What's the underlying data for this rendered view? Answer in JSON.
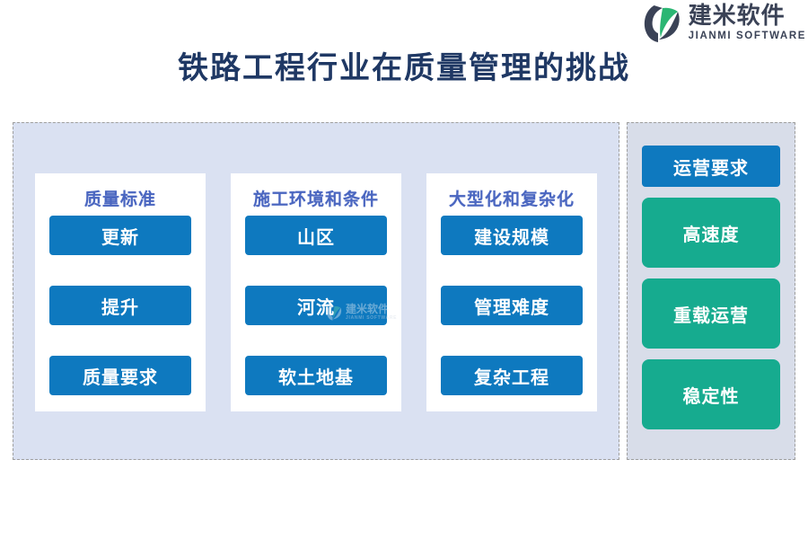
{
  "brand": {
    "logo_icon": "jianmi-leaf-logo-icon",
    "name_cn": "建米软件",
    "name_en": "JIANMI SOFTWARE",
    "color_dark": "#3a4256",
    "color_green": "#2bb673"
  },
  "title": "铁路工程行业在质量管理的挑战",
  "colors": {
    "title": "#1f3864",
    "panel_left_bg": "#dae1f2",
    "panel_right_bg": "#d8dde9",
    "panel_border": "#9e9e9e",
    "card_bg": "#ffffff",
    "card_title": "#4a66c0",
    "button_blue": "#0e79bf",
    "button_green": "#16ab8f",
    "button_text": "#ffffff"
  },
  "left_panel": {
    "cards": [
      {
        "title": "质量标准",
        "items": [
          {
            "label": "更新",
            "style": "blue"
          },
          {
            "label": "提升",
            "style": "blue"
          },
          {
            "label": "质量要求",
            "style": "blue"
          }
        ]
      },
      {
        "title": "施工环境和条件",
        "items": [
          {
            "label": "山区",
            "style": "blue"
          },
          {
            "label": "河流",
            "style": "blue"
          },
          {
            "label": "软土地基",
            "style": "blue"
          }
        ]
      },
      {
        "title": "大型化和复杂化",
        "items": [
          {
            "label": "建设规模",
            "style": "blue"
          },
          {
            "label": "管理难度",
            "style": "blue"
          },
          {
            "label": "复杂工程",
            "style": "blue"
          }
        ]
      }
    ]
  },
  "right_panel": {
    "header": {
      "label": "运营要求",
      "style": "blue"
    },
    "items": [
      {
        "label": "高速度",
        "style": "green"
      },
      {
        "label": "重载运营",
        "style": "green"
      },
      {
        "label": "稳定性",
        "style": "green"
      }
    ]
  },
  "watermark": {
    "icon": "jianmi-leaf-logo-icon",
    "name_cn": "建米软件",
    "name_en": "JIANMI SOFTWARE"
  }
}
